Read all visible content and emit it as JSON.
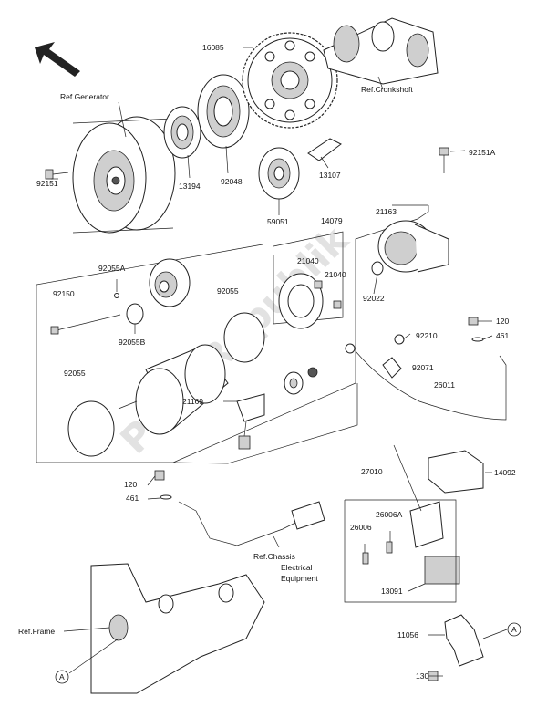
{
  "watermark": "PartsRepublik",
  "callouts": {
    "p16085": "16085",
    "ref_generator": "Ref.Generator",
    "ref_crankshaft": "Ref.Cronkshoft",
    "p92151a": "92151A",
    "p13107": "13107",
    "p13194": "13194",
    "p92048": "92048",
    "p92151": "92151",
    "p59051": "59051",
    "p21163": "21163",
    "p14079": "14079",
    "p92055a": "92055A",
    "p21040_a": "21040",
    "p21040_b": "21040",
    "p92150": "92150",
    "p92055_a": "92055",
    "p92022": "92022",
    "p92055b": "92055B",
    "p120_a": "120",
    "p461_a": "461",
    "p92210": "92210",
    "p92055_b": "92055",
    "p92071": "92071",
    "p26011": "26011",
    "p21169": "21169",
    "p27010": "27010",
    "p14092": "14092",
    "p120_b": "120",
    "p461_b": "461",
    "p26006a": "26006A",
    "p26006": "26006",
    "ref_chassis_1": "Ref.Chassis",
    "ref_chassis_2": "Electrical",
    "ref_chassis_3": "Equipment",
    "p13091": "13091",
    "ref_frame": "Ref.Frame",
    "p11056": "11056",
    "marker_a_right": "A",
    "marker_a_left": "A",
    "p130": "130"
  }
}
